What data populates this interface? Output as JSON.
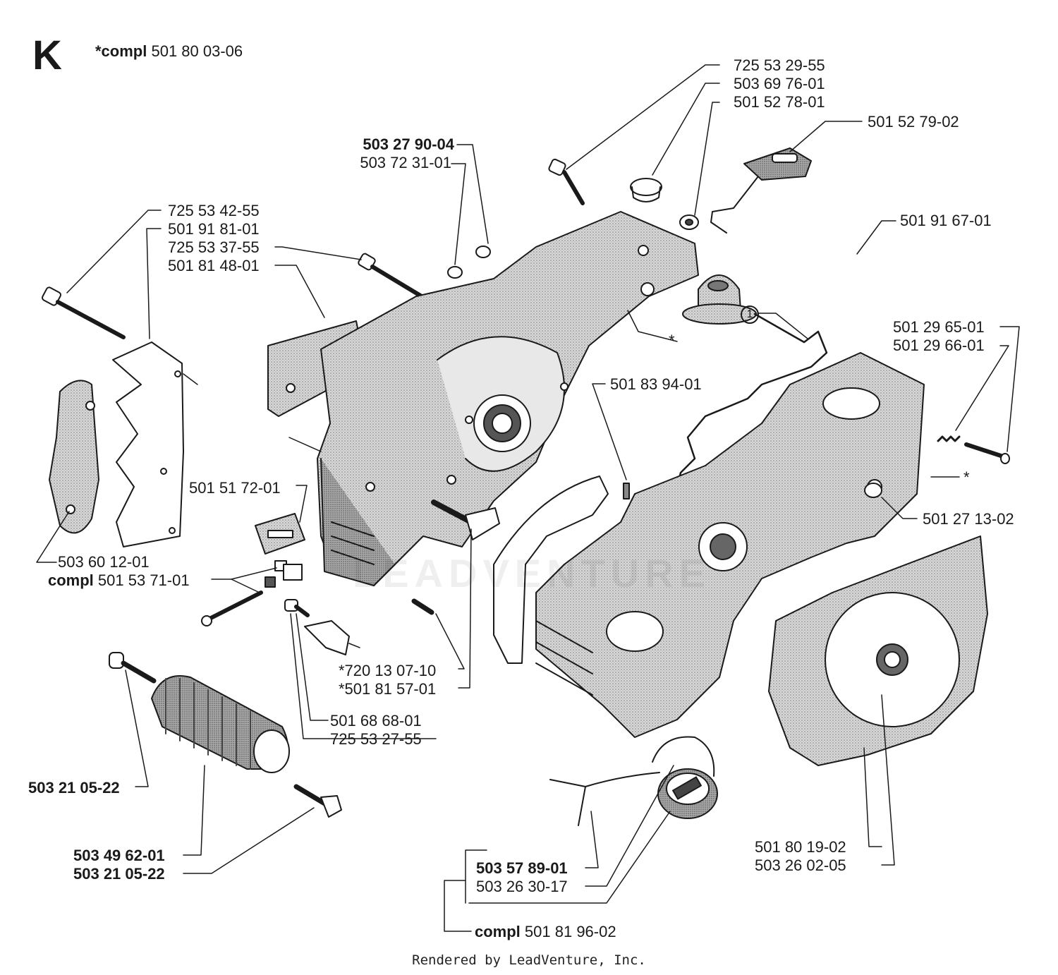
{
  "section_letter": "K",
  "compl_main": {
    "prefix": "*compl",
    "number": "501 80 03-06"
  },
  "labels": {
    "l_725532955": "725 53 29-55",
    "l_503697601": "503 69 76-01",
    "l_501527801": "501 52 78-01",
    "l_501527902": "501 52 79-02",
    "l_503279004": "503 27 90-04",
    "l_503723101": "503 72 31-01",
    "l_725534255": "725 53 42-55",
    "l_501918101": "501 91 81-01",
    "l_725533755": "725 53 37-55",
    "l_501814801": "501 81 48-01",
    "l_501916701": "501 91 67-01",
    "l_501296501": "501 29 65-01",
    "l_501296601": "501 29 66-01",
    "l_501839401": "501 83 94-01",
    "l_501517201": "501 51 72-01",
    "l_501271302": "501 27 13-02",
    "l_503601201": "503 60 12-01",
    "l_compl_prefix": "compl",
    "l_501537101": "501 53 71-01",
    "l_720130710": "*720 13 07-10",
    "l_501815701": "*501 81 57-01",
    "l_501686801": "501 68 68-01",
    "l_725532755": "725 53 27-55",
    "l_503210522a": "503 21 05-22",
    "l_503496201": "503 49 62-01",
    "l_503210522b": "503 21 05-22",
    "l_501801902": "501 80 19-02",
    "l_503260205": "503 26 02-05",
    "l_503578901": "503 57 89-01",
    "l_503263017": "503 26 30-17",
    "l_compl2_prefix": "compl",
    "l_501819602": "501 81 96-02",
    "callout_one": "1",
    "star_a": "*",
    "star_b": "*"
  },
  "watermark": "LEADVENTURE",
  "credit": "Rendered by LeadVenture, Inc.",
  "colors": {
    "ink": "#1a1a1a",
    "shade": "#bdbdbd",
    "shade_dark": "#8f8f8f",
    "paper": "#ffffff"
  }
}
